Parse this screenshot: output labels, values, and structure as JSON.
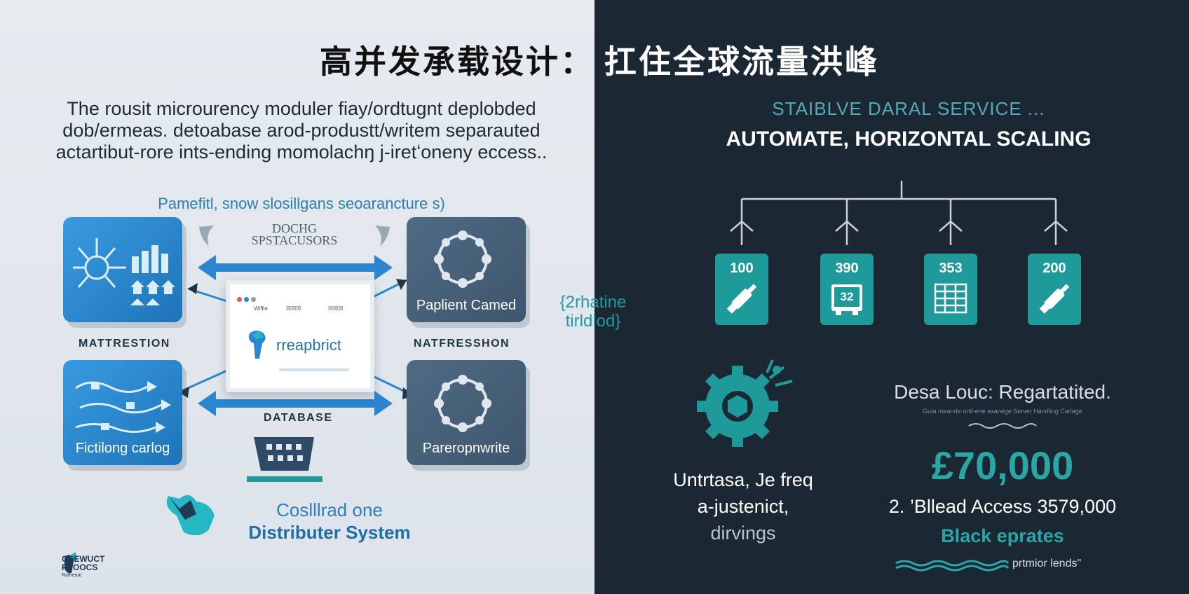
{
  "title": "高并发承载设计：扛住全球流量洪峰",
  "title_left": "高并发承载设计：",
  "title_right": "扛住全球流量洪峰",
  "left": {
    "intro_lines": [
      "The rousit microurency moduler fiay/ordtugnt deplobded",
      "dob/ermeas. detoabase arod-produstt/writem separauted",
      "actartibut-rore ints-ending momolachŋ j-iretʻoneny eccess.."
    ],
    "sub_caption": "Pamefitl, snow slosillgans seoarancture s)",
    "docs_label_lines": [
      "DOCHG",
      "SPSTACUSORS"
    ],
    "tile_top_left_caption": "MATTRESTION",
    "tile_top_right_label": "Paplient Camed",
    "tile_top_right_caption": "NATFRESSHON",
    "tile_bottom_left_label": "Fictilong carlog",
    "tile_bottom_right_label": "Pareropnwrite",
    "database_label": "DATABASE",
    "card_brand": "rreapbrict",
    "card_mini": [
      "Wiffie",
      "☒☒☒",
      "☒☒☒"
    ],
    "cloud_text_lines": [
      "Coslllrad one",
      "Distributer System"
    ],
    "footer_logo_lines": [
      "CCEWUCT",
      "FROOCS",
      "Ratheaat"
    ]
  },
  "center_note_lines": [
    "{2rhatine",
    "tirldlod}"
  ],
  "right": {
    "subheading": "STAIBLVE DARAL SERVICE ...",
    "heading": "AUTOMATE, HORIZONTAL SCALING",
    "nodes": [
      {
        "value": "100",
        "icon": "syringe-icon"
      },
      {
        "value": "390",
        "icon": "server-chip-icon",
        "sub": "32"
      },
      {
        "value": "353",
        "icon": "grid-table-icon"
      },
      {
        "value": "200",
        "icon": "syringe-icon"
      }
    ],
    "left_text_lines": [
      "Untrtasa, Je freq",
      "a-justenict,",
      "dirvings"
    ],
    "desc_title": "Desa Louc: Regartatited.",
    "desc_small": "Guta meande ortil-ene asaraige Server Handling Carlage",
    "big_amount": "£70,000",
    "access_line": "2. ’Bllead Access 3579,000",
    "black_eprates": "Black eprates",
    "premior": "prtmior lends\""
  },
  "colors": {
    "left_bg": "#e2e8ee",
    "right_bg": "#1b2733",
    "blue_tile": "#2b86cf",
    "slate_tile": "#46607a",
    "teal": "#1f9a9a",
    "arrow_blue": "#2b86cf"
  }
}
